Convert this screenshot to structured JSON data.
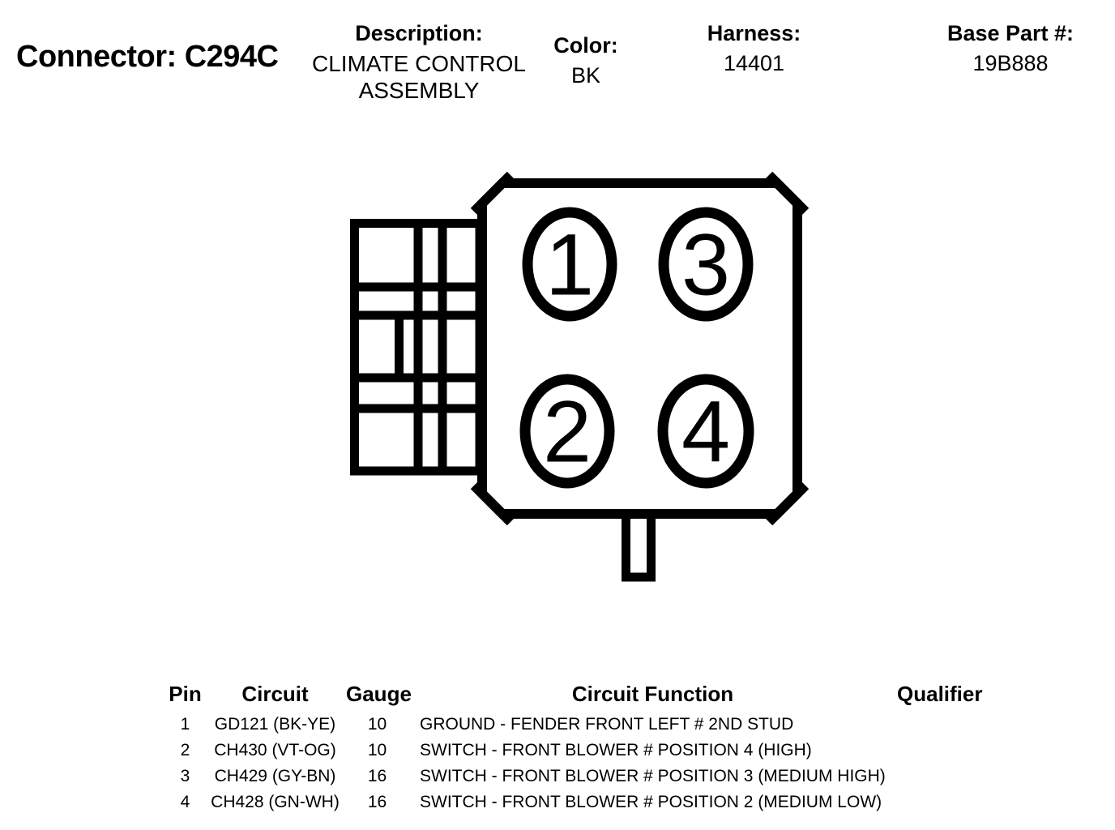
{
  "header": {
    "connector_label": "Connector: C294C",
    "description_label": "Description:",
    "description_value": "CLIMATE CONTROL ASSEMBLY",
    "color_label": "Color:",
    "color_value": "BK",
    "harness_label": "Harness:",
    "harness_value": "14401",
    "base_part_label": "Base Part #:",
    "base_part_value": "19B888"
  },
  "diagram": {
    "type": "connector-face-view",
    "pins": {
      "p1": "1",
      "p2": "2",
      "p3": "3",
      "p4": "4"
    }
  },
  "table": {
    "headers": [
      "Pin",
      "Circuit",
      "Gauge",
      "Circuit Function",
      "Qualifier"
    ],
    "rows": [
      {
        "pin": "1",
        "circuit": "GD121 (BK-YE)",
        "gauge": "10",
        "function": "GROUND - FENDER FRONT LEFT # 2ND STUD",
        "qualifier": ""
      },
      {
        "pin": "2",
        "circuit": "CH430 (VT-OG)",
        "gauge": "10",
        "function": "SWITCH - FRONT BLOWER # POSITION 4 (HIGH)",
        "qualifier": ""
      },
      {
        "pin": "3",
        "circuit": "CH429 (GY-BN)",
        "gauge": "16",
        "function": "SWITCH - FRONT BLOWER # POSITION 3 (MEDIUM HIGH)",
        "qualifier": ""
      },
      {
        "pin": "4",
        "circuit": "CH428 (GN-WH)",
        "gauge": "16",
        "function": "SWITCH - FRONT BLOWER # POSITION 2 (MEDIUM LOW)",
        "qualifier": ""
      }
    ]
  },
  "colors": {
    "ink": "#000000",
    "background": "#ffffff"
  }
}
